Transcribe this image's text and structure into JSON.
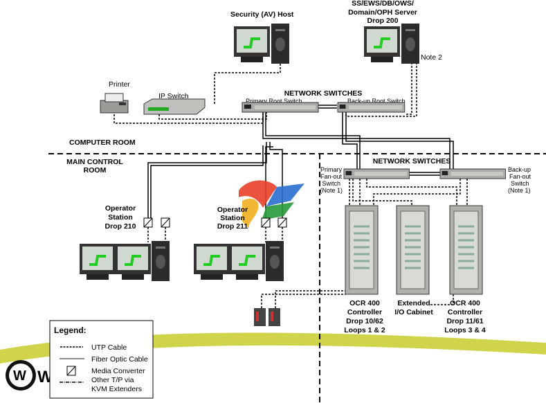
{
  "devices": {
    "printer": "Printer",
    "ip_switch": "IP Switch",
    "security_host": "Security (AV) Host",
    "server": [
      "SS/EWS/DB/OWS/",
      "Domain/OPH Server",
      "Drop 200"
    ],
    "note2": "Note 2"
  },
  "computer_room": {
    "label": "COMPUTER ROOM",
    "network_switches": "NETWORK SWITCHES",
    "primary_root": "Primary Root Switch",
    "backup_root": "Back-up Root Switch"
  },
  "main_control_room": {
    "label": [
      "MAIN CONTROL",
      "ROOM"
    ],
    "network_switches": "NETWORK SWITCHES",
    "primary_fanout": [
      "Primary",
      "Fan-out",
      "Switch",
      "(Note 1)"
    ],
    "backup_fanout": [
      "Back-up",
      "Fan-out",
      "Switch",
      "(Note 1)"
    ],
    "station_210": [
      "Operator",
      "Station",
      "Drop 210"
    ],
    "station_211": [
      "Operator",
      "Station",
      "Drop 211"
    ],
    "controller_1": [
      "OCR 400",
      "Controller",
      "Drop 10/62",
      "Loops 1 & 2"
    ],
    "extended_io": [
      "Extended",
      "I/O Cabinet"
    ],
    "controller_2": [
      "OCR 400",
      "Controller",
      "Drop 11/61",
      "Loops 3 & 4"
    ]
  },
  "legend": {
    "title": "Legend:",
    "items": [
      "UTP Cable",
      "Fiber Optic Cable",
      "Media Converter",
      "Other T/P via",
      "KVM Extenders"
    ]
  },
  "colors": {
    "swoosh": "#c8cc2a",
    "cabinet": "#b9bdb5",
    "screen": "#2a6a8a"
  }
}
